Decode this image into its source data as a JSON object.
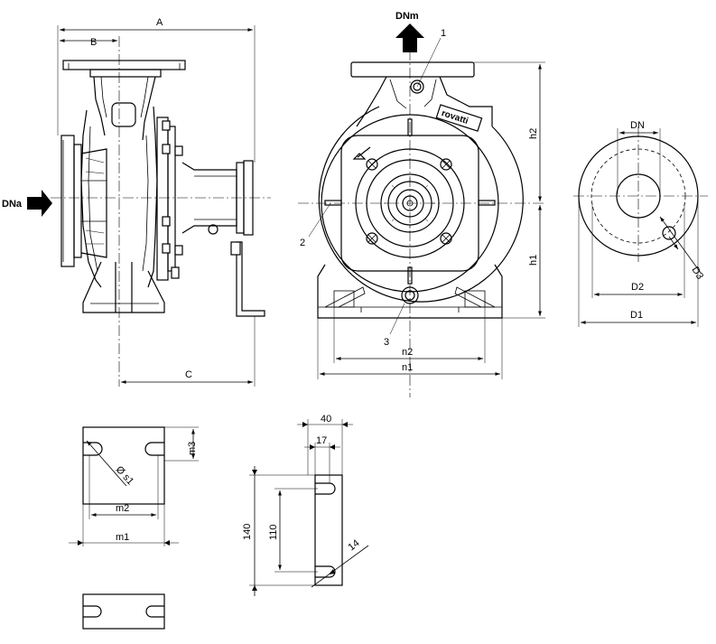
{
  "labels": {
    "A": "A",
    "B": "B",
    "C": "C",
    "DNa": "DNa",
    "DNm": "DNm",
    "n1": "n1",
    "n2": "n2",
    "h1": "h1",
    "h2": "h2",
    "DN": "DN",
    "D1": "D1",
    "D2": "D2",
    "D3": "D3",
    "m1": "m1",
    "m2": "m2",
    "m3": "m3",
    "s1": "Ø s1",
    "d40": "40",
    "d17": "17",
    "d140": "140",
    "d110": "110",
    "d14": "14",
    "c1": "1",
    "c2": "2",
    "c3": "3"
  },
  "brand": "rovatti",
  "arrow_icons": [
    "suction-arrow-icon",
    "discharge-arrow-icon",
    "rotation-arrow-icon"
  ]
}
